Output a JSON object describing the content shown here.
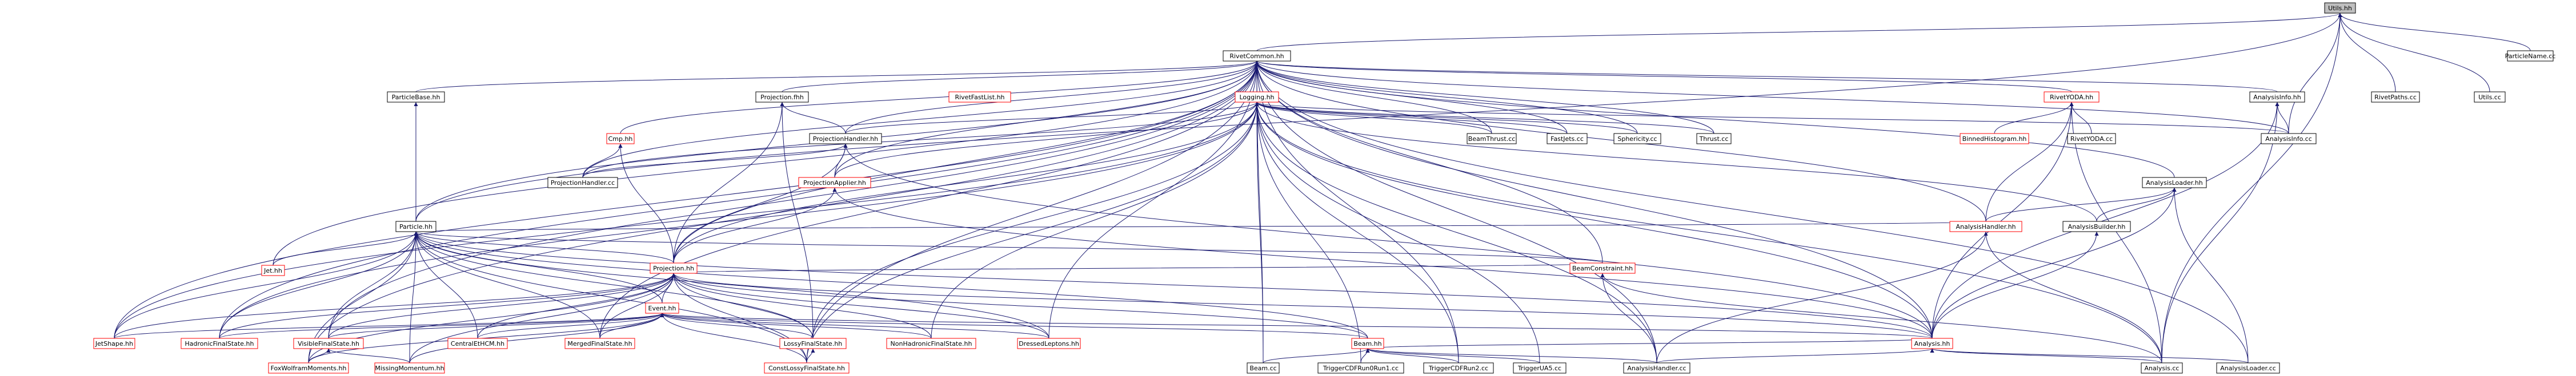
{
  "colors": {
    "edge": "#191970",
    "node_border_black": "#000000",
    "node_border_red": "#ff0000",
    "node_fill": "#ffffff",
    "root_fill": "#bfbfbf",
    "root_border": "#000000"
  },
  "nodes": [
    {
      "id": "utils_hh",
      "label": "Utils.hh",
      "style": "root"
    },
    {
      "id": "particlename_cc",
      "label": "ParticleName.cc",
      "style": "black"
    },
    {
      "id": "rivetcommon_hh",
      "label": "RivetCommon.hh",
      "style": "black"
    },
    {
      "id": "rivetpaths_cc",
      "label": "RivetPaths.cc",
      "style": "black"
    },
    {
      "id": "utils_cc",
      "label": "Utils.cc",
      "style": "black"
    },
    {
      "id": "particlebase_hh",
      "label": "ParticleBase.hh",
      "style": "black"
    },
    {
      "id": "projection_fhh",
      "label": "Projection.fhh",
      "style": "black"
    },
    {
      "id": "rivetfastlist_hh",
      "label": "RivetFastList.hh",
      "style": "red"
    },
    {
      "id": "logging_hh",
      "label": "Logging.hh",
      "style": "red"
    },
    {
      "id": "rivetyoda_hh",
      "label": "RivetYODA.hh",
      "style": "red"
    },
    {
      "id": "analysisinfo_hh",
      "label": "AnalysisInfo.hh",
      "style": "black"
    },
    {
      "id": "cmp_hh",
      "label": "Cmp.hh",
      "style": "red"
    },
    {
      "id": "projectionhandler_hh",
      "label": "ProjectionHandler.hh",
      "style": "black"
    },
    {
      "id": "beamthrust_cc",
      "label": "BeamThrust.cc",
      "style": "black"
    },
    {
      "id": "fastjets_cc",
      "label": "FastJets.cc",
      "style": "black"
    },
    {
      "id": "sphericity_cc",
      "label": "Sphericity.cc",
      "style": "black"
    },
    {
      "id": "thrust_cc",
      "label": "Thrust.cc",
      "style": "black"
    },
    {
      "id": "binnedhistogram_hh",
      "label": "BinnedHistogram.hh",
      "style": "red"
    },
    {
      "id": "rivetyoda_cc",
      "label": "RivetYODA.cc",
      "style": "black"
    },
    {
      "id": "analysisinfo_cc",
      "label": "AnalysisInfo.cc",
      "style": "black"
    },
    {
      "id": "projectionhandler_cc",
      "label": "ProjectionHandler.cc",
      "style": "black"
    },
    {
      "id": "projectionapplier_hh",
      "label": "ProjectionApplier.hh",
      "style": "red"
    },
    {
      "id": "particle_hh",
      "label": "Particle.hh",
      "style": "black"
    },
    {
      "id": "analysisloader_hh",
      "label": "AnalysisLoader.hh",
      "style": "black"
    },
    {
      "id": "analysishandler_hh",
      "label": "AnalysisHandler.hh",
      "style": "red"
    },
    {
      "id": "analysisbuilder_hh",
      "label": "AnalysisBuilder.hh",
      "style": "black"
    },
    {
      "id": "jet_hh",
      "label": "Jet.hh",
      "style": "red"
    },
    {
      "id": "projection_hh",
      "label": "Projection.hh",
      "style": "red"
    },
    {
      "id": "beamconstraint_hh",
      "label": "BeamConstraint.hh",
      "style": "red"
    },
    {
      "id": "event_hh",
      "label": "Event.hh",
      "style": "red"
    },
    {
      "id": "jetshape_hh",
      "label": "JetShape.hh",
      "style": "red"
    },
    {
      "id": "hadronicfinalstate_hh",
      "label": "HadronicFinalState.hh",
      "style": "red"
    },
    {
      "id": "visiblefinalstate_hh",
      "label": "VisibleFinalState.hh",
      "style": "red"
    },
    {
      "id": "centraletcm_hh",
      "label": "CentralEtHCM.hh",
      "style": "red"
    },
    {
      "id": "mergedfinalstate_hh",
      "label": "MergedFinalState.hh",
      "style": "red"
    },
    {
      "id": "lossyfinalstate_hh",
      "label": "LossyFinalState.hh",
      "style": "red"
    },
    {
      "id": "nonhadronicfinalstate_hh",
      "label": "NonHadronicFinalState.hh",
      "style": "red"
    },
    {
      "id": "dressedleptons_hh",
      "label": "DressedLeptons.hh",
      "style": "red"
    },
    {
      "id": "beam_hh",
      "label": "Beam.hh",
      "style": "red"
    },
    {
      "id": "analysis_hh",
      "label": "Analysis.hh",
      "style": "red"
    },
    {
      "id": "foxwolframmoments_hh",
      "label": "FoxWolframMoments.hh",
      "style": "red"
    },
    {
      "id": "missingmomentum_hh",
      "label": "MissingMomentum.hh",
      "style": "red"
    },
    {
      "id": "constlossyfinalstate_hh",
      "label": "ConstLossyFinalState.hh",
      "style": "red"
    },
    {
      "id": "beam_cc",
      "label": "Beam.cc",
      "style": "black"
    },
    {
      "id": "triggercdfrun0run1_cc",
      "label": "TriggerCDFRun0Run1.cc",
      "style": "black"
    },
    {
      "id": "triggercdfrun2_cc",
      "label": "TriggerCDFRun2.cc",
      "style": "black"
    },
    {
      "id": "triggerua5_cc",
      "label": "TriggerUA5.cc",
      "style": "black"
    },
    {
      "id": "analysishandler_cc",
      "label": "AnalysisHandler.cc",
      "style": "black"
    },
    {
      "id": "analysis_cc",
      "label": "Analysis.cc",
      "style": "black"
    },
    {
      "id": "analysisloader_cc",
      "label": "AnalysisLoader.cc",
      "style": "black"
    }
  ],
  "edges": [
    [
      "utils_hh",
      "particlename_cc"
    ],
    [
      "utils_hh",
      "rivetcommon_hh"
    ],
    [
      "utils_hh",
      "rivetpaths_cc"
    ],
    [
      "utils_hh",
      "utils_cc"
    ],
    [
      "utils_hh",
      "analysisinfo_cc"
    ],
    [
      "utils_hh",
      "analysis_cc"
    ],
    [
      "utils_hh",
      "particle_hh"
    ],
    [
      "rivetcommon_hh",
      "particlebase_hh"
    ],
    [
      "rivetcommon_hh",
      "projection_fhh"
    ],
    [
      "rivetcommon_hh",
      "logging_hh"
    ],
    [
      "rivetcommon_hh",
      "rivetyoda_hh"
    ],
    [
      "rivetcommon_hh",
      "analysisinfo_hh"
    ],
    [
      "rivetcommon_hh",
      "cmp_hh"
    ],
    [
      "rivetcommon_hh",
      "projectionhandler_hh"
    ],
    [
      "rivetcommon_hh",
      "beamthrust_cc"
    ],
    [
      "rivetcommon_hh",
      "fastjets_cc"
    ],
    [
      "rivetcommon_hh",
      "sphericity_cc"
    ],
    [
      "rivetcommon_hh",
      "thrust_cc"
    ],
    [
      "rivetcommon_hh",
      "projectionapplier_hh"
    ],
    [
      "rivetcommon_hh",
      "analysisloader_hh"
    ],
    [
      "rivetcommon_hh",
      "analysishandler_hh"
    ],
    [
      "rivetcommon_hh",
      "jet_hh"
    ],
    [
      "rivetcommon_hh",
      "jetshape_hh"
    ],
    [
      "rivetcommon_hh",
      "hadronicfinalstate_hh"
    ],
    [
      "rivetcommon_hh",
      "visiblefinalstate_hh"
    ],
    [
      "rivetcommon_hh",
      "mergedfinalstate_hh"
    ],
    [
      "rivetcommon_hh",
      "dressedleptons_hh"
    ],
    [
      "rivetcommon_hh",
      "foxwolframmoments_hh"
    ],
    [
      "rivetcommon_hh",
      "constlossyfinalstate_hh"
    ],
    [
      "rivetcommon_hh",
      "beamconstraint_hh"
    ],
    [
      "rivetcommon_hh",
      "analysis_hh"
    ],
    [
      "rivetcommon_hh",
      "analysishandler_cc"
    ],
    [
      "rivetcommon_hh",
      "analysisloader_cc"
    ],
    [
      "rivetcommon_hh",
      "analysisinfo_cc"
    ],
    [
      "rivetcommon_hh",
      "beam_cc"
    ],
    [
      "rivetcommon_hh",
      "triggercdfrun2_cc"
    ],
    [
      "rivetcommon_hh",
      "projectionhandler_cc"
    ],
    [
      "rivetcommon_hh",
      "particle_hh"
    ],
    [
      "rivetcommon_hh",
      "projection_hh"
    ],
    [
      "particlebase_hh",
      "particle_hh"
    ],
    [
      "projection_fhh",
      "projectionhandler_hh"
    ],
    [
      "projection_fhh",
      "projection_hh"
    ],
    [
      "projection_fhh",
      "lossyfinalstate_hh"
    ],
    [
      "logging_hh",
      "projectionhandler_hh"
    ],
    [
      "logging_hh",
      "beamthrust_cc"
    ],
    [
      "logging_hh",
      "fastjets_cc"
    ],
    [
      "logging_hh",
      "sphericity_cc"
    ],
    [
      "logging_hh",
      "thrust_cc"
    ],
    [
      "logging_hh",
      "analysisinfo_cc"
    ],
    [
      "logging_hh",
      "projectionhandler_cc"
    ],
    [
      "logging_hh",
      "projectionapplier_hh"
    ],
    [
      "logging_hh",
      "projection_hh"
    ],
    [
      "logging_hh",
      "analysis_hh"
    ],
    [
      "logging_hh",
      "analysisbuilder_hh"
    ],
    [
      "logging_hh",
      "beam_cc"
    ],
    [
      "logging_hh",
      "triggercdfrun0run1_cc"
    ],
    [
      "logging_hh",
      "triggercdfrun2_cc"
    ],
    [
      "logging_hh",
      "triggerua5_cc"
    ],
    [
      "logging_hh",
      "analysishandler_cc"
    ],
    [
      "logging_hh",
      "analysis_cc"
    ],
    [
      "logging_hh",
      "nonhadronicfinalstate_hh"
    ],
    [
      "logging_hh",
      "lossyfinalstate_hh"
    ],
    [
      "logging_hh",
      "constlossyfinalstate_hh"
    ],
    [
      "logging_hh",
      "hadronicfinalstate_hh"
    ],
    [
      "logging_hh",
      "jetshape_hh"
    ],
    [
      "rivetyoda_hh",
      "binnedhistogram_hh"
    ],
    [
      "rivetyoda_hh",
      "rivetyoda_cc"
    ],
    [
      "rivetyoda_hh",
      "analysishandler_hh"
    ],
    [
      "rivetyoda_hh",
      "analysis_hh"
    ],
    [
      "rivetyoda_hh",
      "analysis_cc"
    ],
    [
      "analysisinfo_hh",
      "analysisinfo_cc"
    ],
    [
      "analysisinfo_hh",
      "analysis_hh"
    ],
    [
      "analysisinfo_hh",
      "analysis_cc"
    ],
    [
      "cmp_hh",
      "projectionhandler_cc"
    ],
    [
      "cmp_hh",
      "projection_hh"
    ],
    [
      "projectionhandler_hh",
      "projectionhandler_cc"
    ],
    [
      "projectionhandler_hh",
      "projectionapplier_hh"
    ],
    [
      "projectionhandler_hh",
      "projection_hh"
    ],
    [
      "projectionhandler_hh",
      "analysis_hh"
    ],
    [
      "projectionapplier_hh",
      "projection_hh"
    ],
    [
      "projectionapplier_hh",
      "analysis_hh"
    ],
    [
      "analysisloader_hh",
      "analysishandler_hh"
    ],
    [
      "analysisloader_hh",
      "analysisbuilder_hh"
    ],
    [
      "analysisloader_hh",
      "analysis_hh"
    ],
    [
      "analysisloader_hh",
      "analysisloader_cc"
    ],
    [
      "analysishandler_hh",
      "analysishandler_cc"
    ],
    [
      "analysishandler_hh",
      "analysis_cc"
    ],
    [
      "analysisbuilder_hh",
      "analysis_hh"
    ],
    [
      "particle_hh",
      "jet_hh"
    ],
    [
      "particle_hh",
      "projection_hh"
    ],
    [
      "particle_hh",
      "event_hh"
    ],
    [
      "particle_hh",
      "jetshape_hh"
    ],
    [
      "particle_hh",
      "hadronicfinalstate_hh"
    ],
    [
      "particle_hh",
      "visiblefinalstate_hh"
    ],
    [
      "particle_hh",
      "centraletcm_hh"
    ],
    [
      "particle_hh",
      "mergedfinalstate_hh"
    ],
    [
      "particle_hh",
      "lossyfinalstate_hh"
    ],
    [
      "particle_hh",
      "dressedleptons_hh"
    ],
    [
      "particle_hh",
      "beam_hh"
    ],
    [
      "particle_hh",
      "analysis_hh"
    ],
    [
      "particle_hh",
      "analysishandler_hh"
    ],
    [
      "particle_hh",
      "beamconstraint_hh"
    ],
    [
      "particle_hh",
      "foxwolframmoments_hh"
    ],
    [
      "particle_hh",
      "missingmomentum_hh"
    ],
    [
      "particle_hh",
      "constlossyfinalstate_hh"
    ],
    [
      "projection_hh",
      "beamconstraint_hh"
    ],
    [
      "projection_hh",
      "event_hh"
    ],
    [
      "projection_hh",
      "jetshape_hh"
    ],
    [
      "projection_hh",
      "hadronicfinalstate_hh"
    ],
    [
      "projection_hh",
      "visiblefinalstate_hh"
    ],
    [
      "projection_hh",
      "centraletcm_hh"
    ],
    [
      "projection_hh",
      "mergedfinalstate_hh"
    ],
    [
      "projection_hh",
      "lossyfinalstate_hh"
    ],
    [
      "projection_hh",
      "nonhadronicfinalstate_hh"
    ],
    [
      "projection_hh",
      "dressedleptons_hh"
    ],
    [
      "projection_hh",
      "beam_hh"
    ],
    [
      "projection_hh",
      "analysis_hh"
    ],
    [
      "projection_hh",
      "foxwolframmoments_hh"
    ],
    [
      "projection_hh",
      "missingmomentum_hh"
    ],
    [
      "projection_hh",
      "constlossyfinalstate_hh"
    ],
    [
      "beamconstraint_hh",
      "analysishandler_cc"
    ],
    [
      "beamconstraint_hh",
      "analysis_cc"
    ],
    [
      "event_hh",
      "jetshape_hh"
    ],
    [
      "event_hh",
      "hadronicfinalstate_hh"
    ],
    [
      "event_hh",
      "visiblefinalstate_hh"
    ],
    [
      "event_hh",
      "centraletcm_hh"
    ],
    [
      "event_hh",
      "mergedfinalstate_hh"
    ],
    [
      "event_hh",
      "lossyfinalstate_hh"
    ],
    [
      "event_hh",
      "nonhadronicfinalstate_hh"
    ],
    [
      "event_hh",
      "dressedleptons_hh"
    ],
    [
      "event_hh",
      "beam_hh"
    ],
    [
      "event_hh",
      "analysis_hh"
    ],
    [
      "event_hh",
      "foxwolframmoments_hh"
    ],
    [
      "event_hh",
      "missingmomentum_hh"
    ],
    [
      "event_hh",
      "constlossyfinalstate_hh"
    ],
    [
      "visiblefinalstate_hh",
      "foxwolframmoments_hh"
    ],
    [
      "visiblefinalstate_hh",
      "missingmomentum_hh"
    ],
    [
      "lossyfinalstate_hh",
      "constlossyfinalstate_hh"
    ],
    [
      "beam_hh",
      "beam_cc"
    ],
    [
      "beam_hh",
      "triggercdfrun0run1_cc"
    ],
    [
      "beam_hh",
      "triggercdfrun2_cc"
    ],
    [
      "beam_hh",
      "triggerua5_cc"
    ],
    [
      "beam_hh",
      "analysishandler_cc"
    ],
    [
      "beam_hh",
      "analysis_hh"
    ],
    [
      "analysis_hh",
      "analysishandler_cc"
    ],
    [
      "analysis_hh",
      "analysis_cc"
    ],
    [
      "analysis_hh",
      "analysisloader_cc"
    ]
  ]
}
